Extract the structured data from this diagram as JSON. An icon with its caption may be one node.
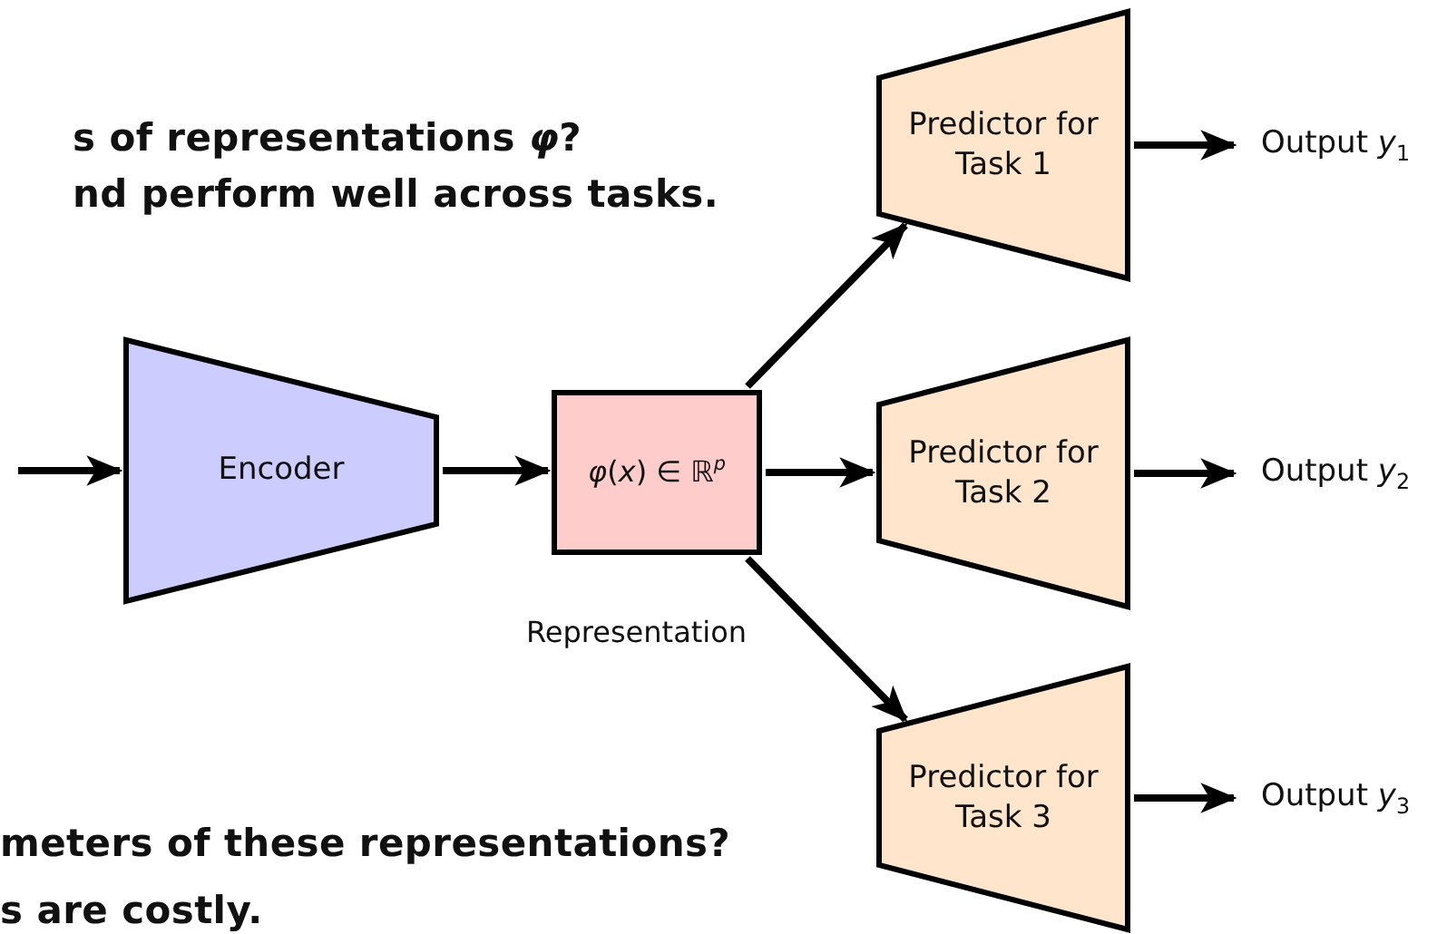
{
  "diagram": {
    "nodes": [
      {
        "text": [
          "Encoder"
        ]
      },
      {
        "text": [
          "*φ*(*x*) ∈ ℝ$^{p}$"
        ],
        "beside": [
          "Representation"
        ]
      },
      {
        "text": [
          "Predictor for Task 1"
        ]
      },
      {
        "text": [
          "Predictor for Task 2"
        ]
      },
      {
        "text": [
          "Predictor for Task 3"
        ]
      },
      {
        "text": [
          "Output *y*$_{1}$"
        ]
      },
      {
        "text": [
          "Output *y*$_{2}$"
        ]
      },
      {
        "text": [
          "Output *y*$_{3}$"
        ]
      }
    ],
    "edges": [
      {
        "from": null,
        "to": 0,
        "arrow": "to"
      },
      {
        "from": 0,
        "to": 1,
        "arrow": "to"
      },
      {
        "from": 1,
        "to": 2,
        "arrow": "to"
      },
      {
        "from": 1,
        "to": 3,
        "arrow": "to"
      },
      {
        "from": 1,
        "to": 4,
        "arrow": "to"
      },
      {
        "from": 2,
        "to": 5,
        "arrow": "to"
      },
      {
        "from": 3,
        "to": 6,
        "arrow": "to"
      },
      {
        "from": 4,
        "to": 7,
        "arrow": "to"
      }
    ],
    "labels": [
      "s of representations *φ*?",
      "nd perform well across tasks.",
      "meters of these representations?",
      "s are costly."
    ]
  }
}
